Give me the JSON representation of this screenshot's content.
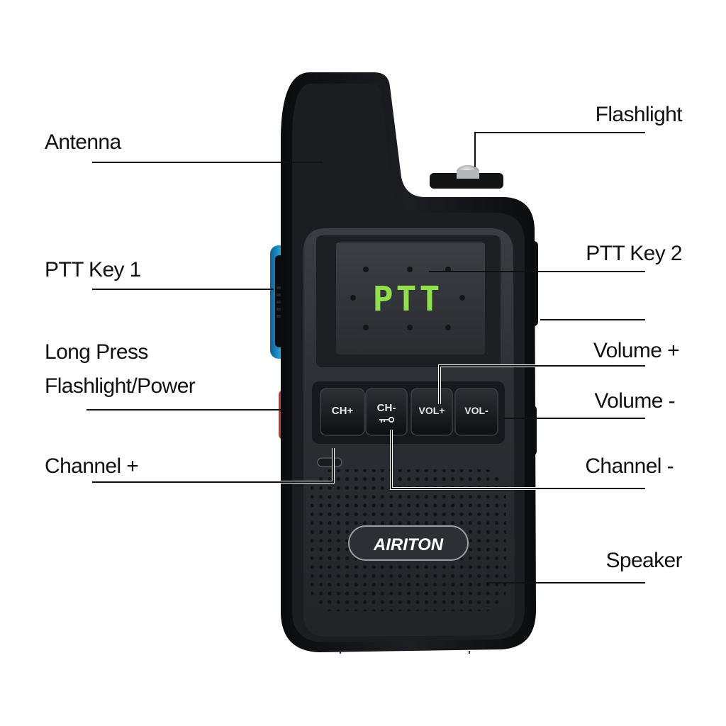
{
  "labels": {
    "antenna": "Antenna",
    "ptt_key_1": "PTT Key 1",
    "long_press_line1": "Long Press",
    "long_press_line2": "Flashlight/Power",
    "channel_plus": "Channel +",
    "flashlight": "Flashlight",
    "ptt_key_2": "PTT Key 2",
    "volume_plus": "Volume +",
    "volume_minus": "Volume -",
    "channel_minus": "Channel -",
    "speaker": "Speaker"
  },
  "device": {
    "display_text": "PTT",
    "buttons": [
      "CH+",
      "CH-",
      "VOL+",
      "VOL-"
    ],
    "brand": "AIRITON"
  },
  "colors": {
    "body": "#141517",
    "face": "#2a2d31",
    "display_glow": "#8fe04a",
    "side_key_blue": "#2aa3e0",
    "side_key_red": "#c63a2a",
    "leader_line": "#111111"
  }
}
